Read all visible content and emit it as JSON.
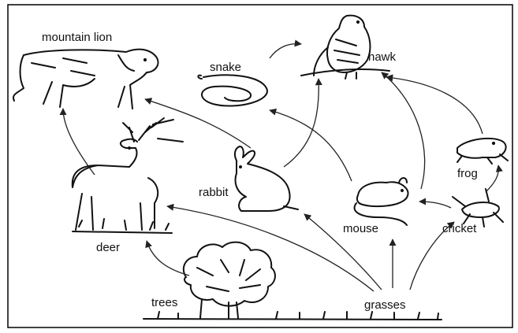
{
  "organisms": {
    "mountain_lion": "mountain lion",
    "snake": "snake",
    "hawk": "hawk",
    "deer": "deer",
    "rabbit": "rabbit",
    "frog": "frog",
    "mouse": "mouse",
    "cricket": "cricket",
    "trees": "trees",
    "grasses": "grasses"
  },
  "feeding_links": [
    {
      "from": "trees",
      "to": "deer"
    },
    {
      "from": "grasses",
      "to": "deer"
    },
    {
      "from": "grasses",
      "to": "rabbit"
    },
    {
      "from": "grasses",
      "to": "mouse"
    },
    {
      "from": "grasses",
      "to": "cricket"
    },
    {
      "from": "deer",
      "to": "mountain lion"
    },
    {
      "from": "rabbit",
      "to": "mountain lion"
    },
    {
      "from": "rabbit",
      "to": "hawk"
    },
    {
      "from": "mouse",
      "to": "snake"
    },
    {
      "from": "mouse",
      "to": "hawk"
    },
    {
      "from": "snake",
      "to": "hawk"
    },
    {
      "from": "cricket",
      "to": "mouse"
    },
    {
      "from": "cricket",
      "to": "frog"
    },
    {
      "from": "frog",
      "to": "hawk"
    }
  ],
  "colors": {
    "ink": "#111111",
    "background": "#ffffff"
  }
}
